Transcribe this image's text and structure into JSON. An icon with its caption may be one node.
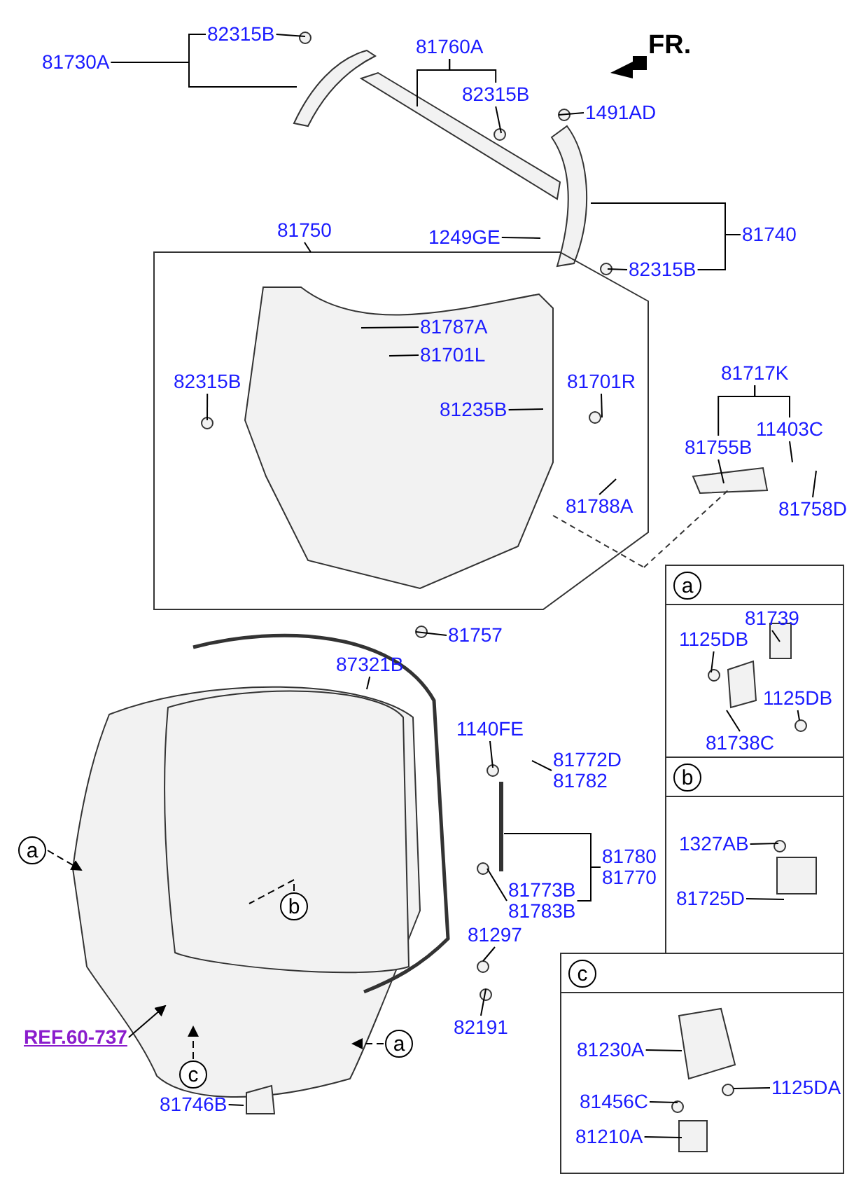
{
  "diagram": {
    "nodes": [
      {
        "text": [
          "81730A"
        ]
      },
      {
        "text": [
          "82315B"
        ]
      },
      {
        "text": [
          "81760A"
        ]
      },
      {
        "text": [
          "82315B"
        ]
      },
      {
        "text": [
          "1491AD"
        ]
      },
      {
        "text": [
          "1249GE"
        ]
      },
      {
        "text": [
          "81740"
        ]
      },
      {
        "text": [
          "82315B"
        ]
      },
      {
        "text": [
          "81750"
        ]
      },
      {
        "text": [
          "81787A"
        ]
      },
      {
        "text": [
          "81701L"
        ]
      },
      {
        "text": [
          "82315B"
        ]
      },
      {
        "text": [
          "81701R"
        ]
      },
      {
        "text": [
          "81235B"
        ]
      },
      {
        "text": [
          "81788A"
        ]
      },
      {
        "text": [
          "81717K"
        ]
      },
      {
        "text": [
          "81755B"
        ]
      },
      {
        "text": [
          "11403C"
        ]
      },
      {
        "text": [
          "81758D"
        ]
      },
      {
        "text": [
          "81757"
        ]
      },
      {
        "text": [
          "87321B"
        ]
      },
      {
        "text": [
          "1140FE"
        ]
      },
      {
        "text": [
          "81772D",
          "81782"
        ]
      },
      {
        "text": [
          "81780",
          "81770"
        ]
      },
      {
        "text": [
          "81773B",
          "81783B"
        ]
      },
      {
        "text": [
          "81297"
        ]
      },
      {
        "text": [
          "82191"
        ]
      },
      {
        "text": [
          "REF.60-737"
        ]
      },
      {
        "text": [
          "a"
        ]
      },
      {
        "text": [
          "b"
        ]
      },
      {
        "text": [
          "c"
        ]
      },
      {
        "text": [
          "a"
        ]
      },
      {
        "text": [
          "81746B"
        ]
      },
      {
        "text": [],
        "shape": "box"
      },
      {
        "text": [
          "a"
        ],
        "in": 33
      },
      {
        "text": [
          "81739"
        ],
        "in": 33
      },
      {
        "text": [
          "1125DB"
        ],
        "in": 33
      },
      {
        "text": [
          "1125DB"
        ],
        "in": 33
      },
      {
        "text": [
          "81738C"
        ],
        "in": 33
      },
      {
        "text": [],
        "shape": "box"
      },
      {
        "text": [
          "b"
        ],
        "in": 39
      },
      {
        "text": [
          "1327AB"
        ],
        "in": 39
      },
      {
        "text": [
          "81725D"
        ],
        "in": 39
      },
      {
        "text": [],
        "shape": "box"
      },
      {
        "text": [
          "c"
        ],
        "in": 43
      },
      {
        "text": [
          "81230A"
        ],
        "in": 43
      },
      {
        "text": [
          "81456C"
        ],
        "in": 43
      },
      {
        "text": [
          "1125DA"
        ],
        "in": 43
      },
      {
        "text": [
          "81210A"
        ],
        "in": 43
      }
    ],
    "edges": [
      {
        "from": 0,
        "to": 1,
        "arrow": "none"
      },
      {
        "from": 0,
        "to": null,
        "arrow": "none"
      },
      {
        "from": 1,
        "to": null,
        "arrow": "none"
      },
      {
        "from": 2,
        "to": null,
        "arrow": "none"
      },
      {
        "from": 2,
        "to": 3,
        "arrow": "none"
      },
      {
        "from": 3,
        "to": null,
        "arrow": "none"
      },
      {
        "from": 4,
        "to": null,
        "arrow": "none"
      },
      {
        "from": 5,
        "to": null,
        "arrow": "none"
      },
      {
        "from": 6,
        "to": null,
        "arrow": "none"
      },
      {
        "from": 6,
        "to": 7,
        "arrow": "none"
      },
      {
        "from": 7,
        "to": null,
        "arrow": "none"
      },
      {
        "from": 8,
        "to": null,
        "arrow": "none"
      },
      {
        "from": 9,
        "to": null,
        "arrow": "none"
      },
      {
        "from": 10,
        "to": null,
        "arrow": "none"
      },
      {
        "from": 11,
        "to": null,
        "arrow": "none"
      },
      {
        "from": 12,
        "to": null,
        "arrow": "none"
      },
      {
        "from": 13,
        "to": null,
        "arrow": "none"
      },
      {
        "from": 14,
        "to": null,
        "arrow": "none"
      },
      {
        "from": 15,
        "to": 16,
        "arrow": "none"
      },
      {
        "from": 15,
        "to": 17,
        "arrow": "none"
      },
      {
        "from": 16,
        "to": null,
        "arrow": "none"
      },
      {
        "from": 17,
        "to": null,
        "arrow": "none"
      },
      {
        "from": 18,
        "to": null,
        "arrow": "none"
      },
      {
        "from": 19,
        "to": null,
        "arrow": "none"
      },
      {
        "from": 20,
        "to": null,
        "arrow": "none"
      },
      {
        "from": 21,
        "to": null,
        "arrow": "none"
      },
      {
        "from": 22,
        "to": null,
        "arrow": "none"
      },
      {
        "from": 23,
        "to": null,
        "arrow": "none"
      },
      {
        "from": 23,
        "to": 24,
        "arrow": "none"
      },
      {
        "from": 24,
        "to": null,
        "arrow": "none"
      },
      {
        "from": 25,
        "to": null,
        "arrow": "none"
      },
      {
        "from": 26,
        "to": null,
        "arrow": "none"
      },
      {
        "from": 27,
        "to": null,
        "arrow": "to"
      },
      {
        "from": 28,
        "to": null,
        "arrow": "to",
        "style": "dashed"
      },
      {
        "from": 29,
        "to": null,
        "arrow": "none",
        "style": "dashed"
      },
      {
        "from": 30,
        "to": null,
        "arrow": "to",
        "style": "dashed"
      },
      {
        "from": 31,
        "to": null,
        "arrow": "to",
        "style": "dashed"
      },
      {
        "from": 32,
        "to": null,
        "arrow": "none"
      },
      {
        "from": 35,
        "to": null,
        "arrow": "none"
      },
      {
        "from": 36,
        "to": null,
        "arrow": "none"
      },
      {
        "from": 37,
        "to": null,
        "arrow": "none"
      },
      {
        "from": 38,
        "to": null,
        "arrow": "none"
      },
      {
        "from": 41,
        "to": null,
        "arrow": "none"
      },
      {
        "from": 42,
        "to": null,
        "arrow": "none"
      },
      {
        "from": 45,
        "to": null,
        "arrow": "none"
      },
      {
        "from": 46,
        "to": null,
        "arrow": "none"
      },
      {
        "from": 47,
        "to": null,
        "arrow": "none"
      },
      {
        "from": 48,
        "to": null,
        "arrow": "none"
      }
    ],
    "labels": [
      "FR."
    ]
  }
}
